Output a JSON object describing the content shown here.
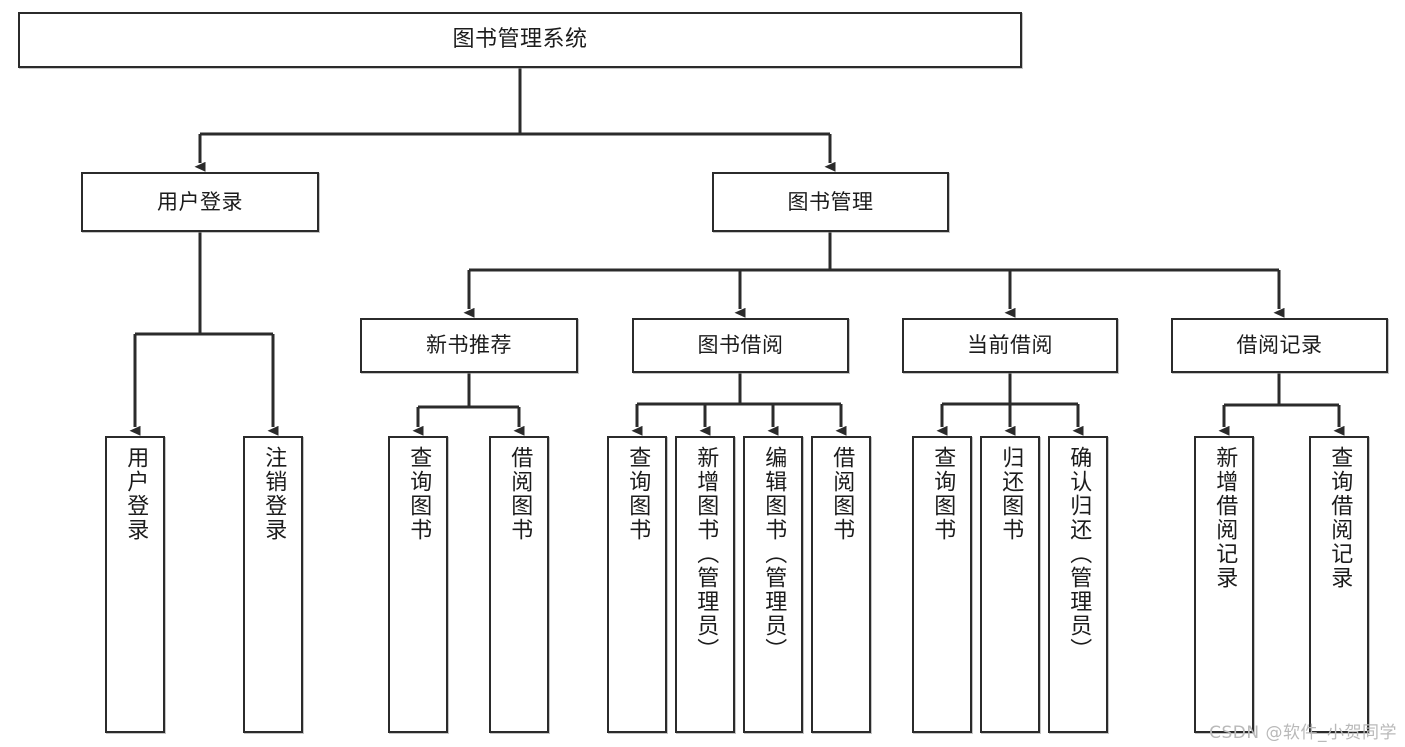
{
  "diagram": {
    "type": "tree",
    "title": "图书管理系统",
    "watermark": "CSDN @软件_小贺同学",
    "colors": {
      "box_border": "#2b2b2b",
      "box_fill": "#ffffff",
      "edge": "#2b2b2b",
      "text": "#1c1c1c",
      "watermark": "#b9b9b9"
    },
    "root": {
      "label": "图书管理系统"
    },
    "level2": [
      {
        "label": "用户登录"
      },
      {
        "label": "图书管理"
      }
    ],
    "level3": [
      {
        "label": "新书推荐"
      },
      {
        "label": "图书借阅"
      },
      {
        "label": "当前借阅"
      },
      {
        "label": "借阅记录"
      }
    ],
    "leaves": {
      "user_login": [
        {
          "label": "用户登录"
        },
        {
          "label": "注销登录"
        }
      ],
      "new_book_recommend": [
        {
          "label": "查询图书"
        },
        {
          "label": "借阅图书"
        }
      ],
      "book_borrow": [
        {
          "label": "查询图书"
        },
        {
          "label": "新增图书（管理员）"
        },
        {
          "label": "编辑图书（管理员）"
        },
        {
          "label": "借阅图书"
        }
      ],
      "current_borrow": [
        {
          "label": "查询图书"
        },
        {
          "label": "归还图书"
        },
        {
          "label": "确认归还（管理员）"
        }
      ],
      "borrow_record": [
        {
          "label": "新增借阅记录"
        },
        {
          "label": "查询借阅记录"
        }
      ]
    }
  }
}
